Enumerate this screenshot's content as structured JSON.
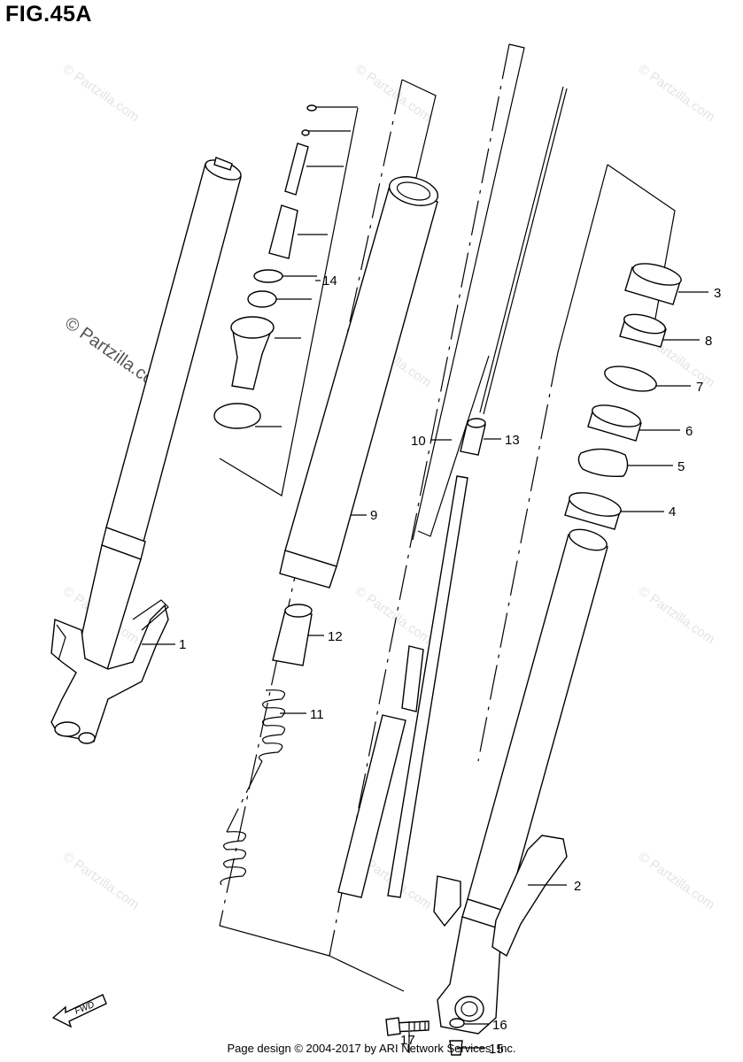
{
  "title": "FIG.45A",
  "footer": "Page design © 2004-2017 by ARI Network Services, Inc.",
  "watermark": {
    "large": "© Partzilla.com",
    "small": "© Partzilla.com"
  },
  "fwd_label": "FWD",
  "callouts": [
    {
      "id": "1",
      "label": "1"
    },
    {
      "id": "2",
      "label": "2"
    },
    {
      "id": "3",
      "label": "3"
    },
    {
      "id": "4",
      "label": "4"
    },
    {
      "id": "5",
      "label": "5"
    },
    {
      "id": "6",
      "label": "6"
    },
    {
      "id": "7",
      "label": "7"
    },
    {
      "id": "8",
      "label": "8"
    },
    {
      "id": "9",
      "label": "9"
    },
    {
      "id": "10",
      "label": "10"
    },
    {
      "id": "11",
      "label": "11"
    },
    {
      "id": "12",
      "label": "12"
    },
    {
      "id": "13",
      "label": "13"
    },
    {
      "id": "14",
      "label": "14"
    },
    {
      "id": "15",
      "label": "15"
    },
    {
      "id": "16",
      "label": "16"
    },
    {
      "id": "17",
      "label": "17"
    }
  ],
  "colors": {
    "line": "#000000",
    "background": "#ffffff",
    "watermark": "#e4e4e4"
  }
}
